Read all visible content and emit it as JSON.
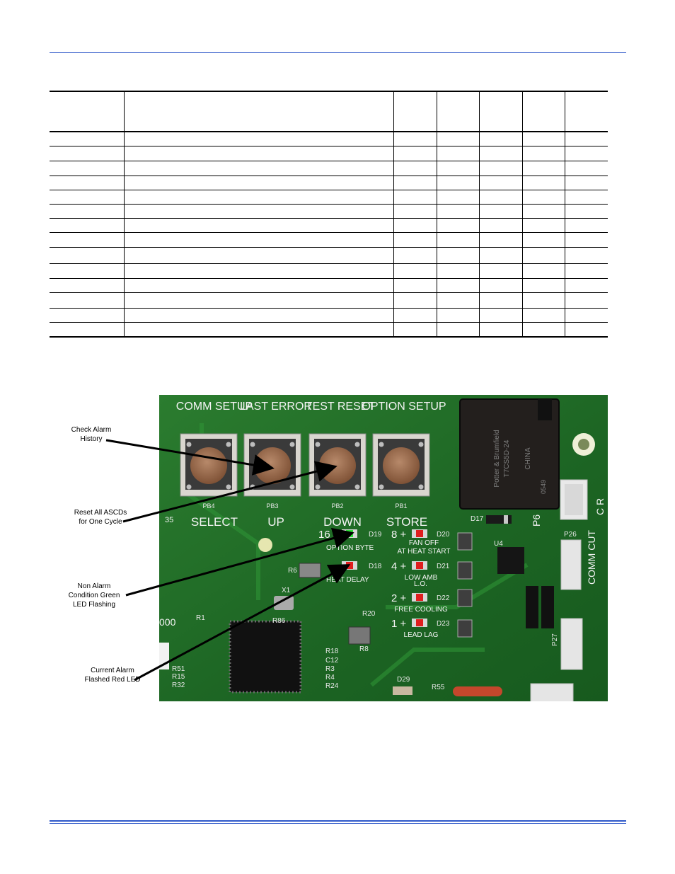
{
  "table": {
    "body_rows": 14
  },
  "board": {
    "buttons": [
      {
        "top": "COMM SETUP",
        "bottom": "SELECT",
        "ref": "PB4"
      },
      {
        "top": "LAST ERROR",
        "bottom": "UP",
        "ref": "PB3"
      },
      {
        "top": "TEST RESET",
        "bottom": "DOWN",
        "ref": "PB2"
      },
      {
        "top": "OPTION SETUP",
        "bottom": "STORE",
        "ref": "PB1"
      }
    ],
    "leds_left": [
      {
        "num": "16",
        "ref": "D19",
        "label": "OPTION BYTE",
        "color": "#2fe03a"
      },
      {
        "num": "",
        "ref": "D18",
        "label": "HEAT DELAY",
        "color": "#e01e1e"
      }
    ],
    "leds_right": [
      {
        "num": "8",
        "ref": "D20",
        "label": "FAN OFF AT HEAT START",
        "color": "#e01e1e"
      },
      {
        "num": "4",
        "ref": "D21",
        "label": "LOW AMB",
        "color": "#e01e1e"
      },
      {
        "num": "2",
        "ref": "D22",
        "label": "FREE COOLING",
        "color": "#e01e1e"
      },
      {
        "num": "1",
        "ref": "D23",
        "label": "LEAD LAG",
        "color": "#e01e1e"
      }
    ],
    "relay": {
      "brand": "Potter & Brumfield",
      "model": "T7CS5D-24",
      "origin": "CHINA",
      "date": "0549"
    },
    "connectors": {
      "p6": "P6",
      "p26": "P26",
      "p27": "P27",
      "comm_cut": "COMM CUT",
      "cr": "C R"
    }
  },
  "callouts": [
    {
      "id": "check-alarm-history",
      "text": "Check Alarm History"
    },
    {
      "id": "reset-all-ascds",
      "text": "Reset All ASCDs for One Cycle"
    },
    {
      "id": "non-alarm-green-led",
      "text": "Non Alarm Condition Green LED Flashing"
    },
    {
      "id": "current-alarm-red-led",
      "text": "Current Alarm Flashed Red LED"
    }
  ],
  "colors": {
    "rule": "#2f59c9",
    "board": "#1f6a27",
    "button_cap": "#9b6a4a",
    "led_green": "#2fe03a",
    "led_red": "#e01e1e"
  }
}
